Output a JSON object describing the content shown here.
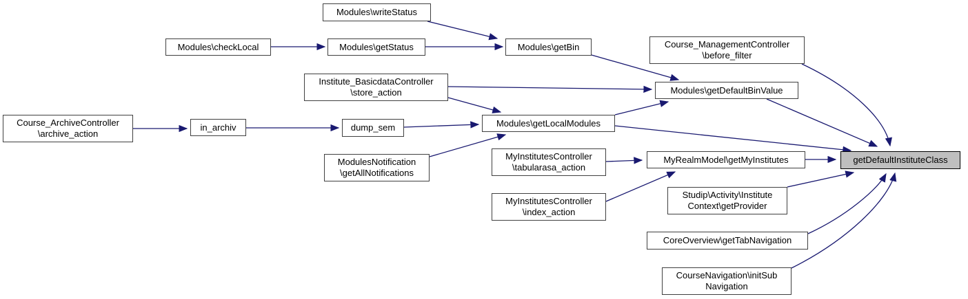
{
  "colors": {
    "edge": "#191970",
    "node-border": "#3f3f3f",
    "node-fill": "#ffffff",
    "highlight-fill": "#bfbfbf",
    "text": "#000000",
    "bg": "#ffffff"
  },
  "graph": {
    "type": "call-graph",
    "highlighted_node": "getDefaultInstituteClass",
    "nodes": [
      {
        "id": "modules-writestatus",
        "label": "Modules\\writeStatus",
        "highlighted": false
      },
      {
        "id": "modules-checklocal",
        "label": "Modules\\checkLocal",
        "highlighted": false
      },
      {
        "id": "modules-getstatus",
        "label": "Modules\\getStatus",
        "highlighted": false
      },
      {
        "id": "modules-getbin",
        "label": "Modules\\getBin",
        "highlighted": false
      },
      {
        "id": "course-managementcontroller-before-filter",
        "label": "Course_ManagementController\n\\before_filter",
        "highlighted": false
      },
      {
        "id": "institute-basicdatacontroller-store-action",
        "label": "Institute_BasicdataController\n\\store_action",
        "highlighted": false
      },
      {
        "id": "modules-getdefaultbinvalue",
        "label": "Modules\\getDefaultBinValue",
        "highlighted": false
      },
      {
        "id": "course-archivecontroller-archive-action",
        "label": "Course_ArchiveController\n\\archive_action",
        "highlighted": false
      },
      {
        "id": "in-archiv",
        "label": "in_archiv",
        "highlighted": false
      },
      {
        "id": "dump-sem",
        "label": "dump_sem",
        "highlighted": false
      },
      {
        "id": "modules-getlocalmodules",
        "label": "Modules\\getLocalModules",
        "highlighted": false
      },
      {
        "id": "modulesnotification-getallnotifications",
        "label": "ModulesNotification\n\\getAllNotifications",
        "highlighted": false
      },
      {
        "id": "myinstitutescontroller-tabularasa-action",
        "label": "MyInstitutesController\n\\tabularasa_action",
        "highlighted": false
      },
      {
        "id": "myrealmmodel-getmyinstitutes",
        "label": "MyRealmModel\\getMyInstitutes",
        "highlighted": false
      },
      {
        "id": "myinstitutescontroller-index-action",
        "label": "MyInstitutesController\n\\index_action",
        "highlighted": false
      },
      {
        "id": "studip-activity-institutecontext-getprovider",
        "label": "Studip\\Activity\\Institute\nContext\\getProvider",
        "highlighted": false
      },
      {
        "id": "coreoverview-gettabnavigation",
        "label": "CoreOverview\\getTabNavigation",
        "highlighted": false
      },
      {
        "id": "coursenavigation-initsubnavigation",
        "label": "CourseNavigation\\initSub\nNavigation",
        "highlighted": false
      },
      {
        "id": "getdefaultinstituteclass",
        "label": "getDefaultInstituteClass",
        "highlighted": true
      }
    ],
    "edges": [
      {
        "from": "modules-writestatus",
        "to": "modules-getbin"
      },
      {
        "from": "modules-checklocal",
        "to": "modules-getstatus"
      },
      {
        "from": "modules-getstatus",
        "to": "modules-getbin"
      },
      {
        "from": "modules-getbin",
        "to": "modules-getdefaultbinvalue"
      },
      {
        "from": "institute-basicdatacontroller-store-action",
        "to": "modules-getdefaultbinvalue"
      },
      {
        "from": "institute-basicdatacontroller-store-action",
        "to": "modules-getlocalmodules"
      },
      {
        "from": "course-archivecontroller-archive-action",
        "to": "in-archiv"
      },
      {
        "from": "in-archiv",
        "to": "dump-sem"
      },
      {
        "from": "dump-sem",
        "to": "modules-getlocalmodules"
      },
      {
        "from": "modulesnotification-getallnotifications",
        "to": "modules-getlocalmodules"
      },
      {
        "from": "modules-getlocalmodules",
        "to": "modules-getdefaultbinvalue"
      },
      {
        "from": "modules-getlocalmodules",
        "to": "getdefaultinstituteclass"
      },
      {
        "from": "course-managementcontroller-before-filter",
        "to": "getdefaultinstituteclass"
      },
      {
        "from": "modules-getdefaultbinvalue",
        "to": "getdefaultinstituteclass"
      },
      {
        "from": "myrealmmodel-getmyinstitutes",
        "to": "getdefaultinstituteclass"
      },
      {
        "from": "myinstitutescontroller-tabularasa-action",
        "to": "myrealmmodel-getmyinstitutes"
      },
      {
        "from": "myinstitutescontroller-index-action",
        "to": "myrealmmodel-getmyinstitutes"
      },
      {
        "from": "studip-activity-institutecontext-getprovider",
        "to": "getdefaultinstituteclass"
      },
      {
        "from": "coreoverview-gettabnavigation",
        "to": "getdefaultinstituteclass"
      },
      {
        "from": "coursenavigation-initsubnavigation",
        "to": "getdefaultinstituteclass"
      }
    ]
  }
}
